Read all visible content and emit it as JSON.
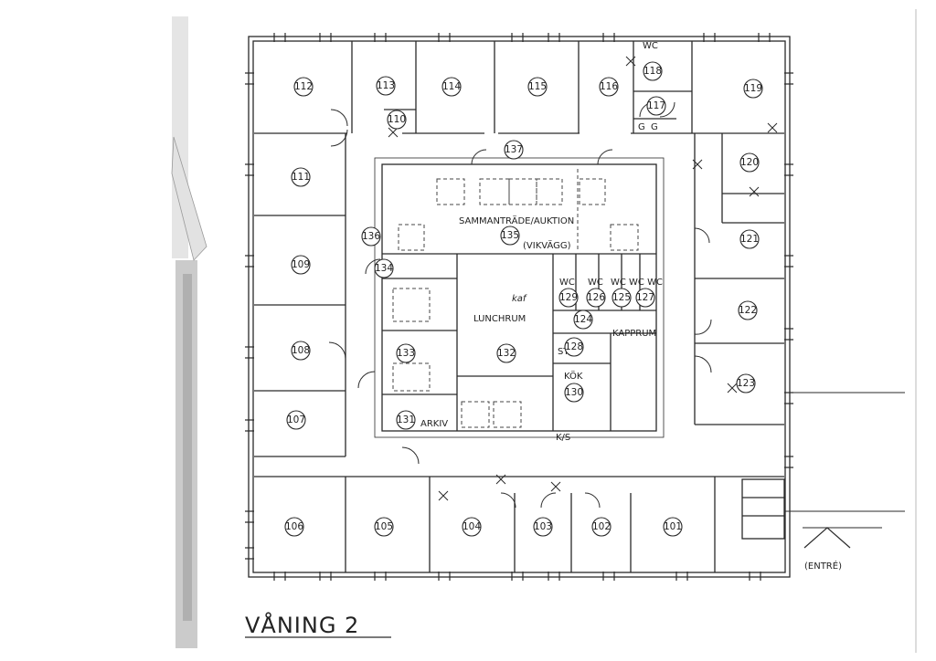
{
  "plan": {
    "title": "VÅNING 2",
    "entrance_label": "(ENTRÉ)",
    "labels": {
      "meeting": "SAMMANTRÄDE/AUKTION",
      "folding_wall": "(VIKVÄGG)",
      "lunch": "LUNCHRUM",
      "handwritten": "kaf",
      "archive": "ARKIV",
      "kitchen": "KÖK",
      "cleaning": "STÄD",
      "wardrobe": "KAPPRUM",
      "ks": "K/S",
      "wc": "WC",
      "wc_group": "WC WC WC",
      "g": "G"
    },
    "rooms": [
      "112",
      "113",
      "114",
      "115",
      "116",
      "118",
      "117",
      "110",
      "119",
      "111",
      "120",
      "109",
      "121",
      "108",
      "122",
      "107",
      "123",
      "106",
      "105",
      "104",
      "103",
      "102",
      "101",
      "137",
      "136",
      "135",
      "134",
      "133",
      "131",
      "132",
      "130",
      "128",
      "129",
      "126",
      "125",
      "127",
      "124"
    ]
  }
}
